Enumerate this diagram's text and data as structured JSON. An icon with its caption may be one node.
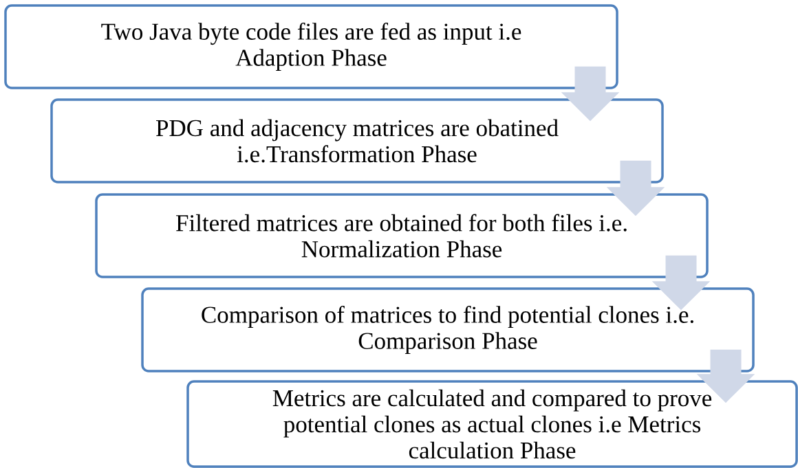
{
  "diagram": {
    "nodes": [
      {
        "text": [
          "Two Java byte code files are fed as input i.e Adaption Phase"
        ]
      },
      {
        "text": [
          "PDG and adjacency matrices are obatined i.e.Transformation Phase"
        ]
      },
      {
        "text": [
          "Filtered matrices are obtained for both files i.e. Normalization Phase"
        ]
      },
      {
        "text": [
          "Comparison of matrices to find potential clones i.e. Comparison Phase"
        ]
      },
      {
        "text": [
          "Metrics are calculated and compared  to prove potential clones as actual clones i.e Metrics calculation Phase"
        ]
      }
    ],
    "edges": [
      {
        "from": 0,
        "to": 1,
        "arrow": "to"
      },
      {
        "from": 1,
        "to": 2,
        "arrow": "to"
      },
      {
        "from": 2,
        "to": 3,
        "arrow": "to"
      },
      {
        "from": 3,
        "to": 4,
        "arrow": "to"
      }
    ]
  }
}
